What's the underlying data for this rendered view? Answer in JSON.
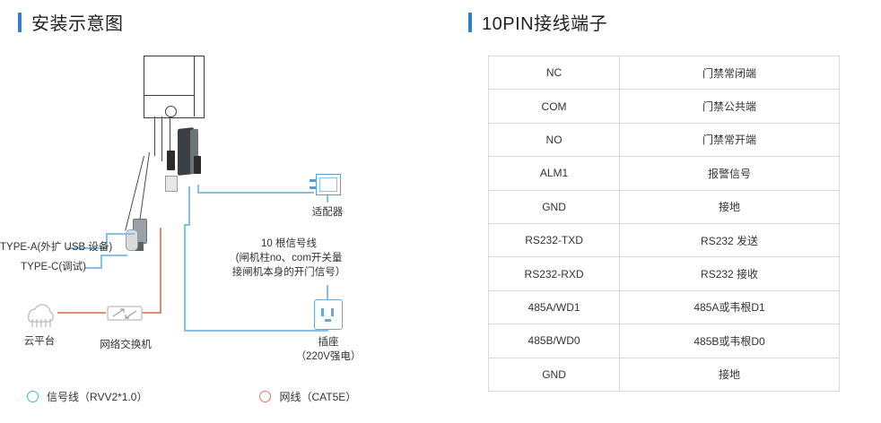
{
  "left": {
    "heading": "安装示意图",
    "labels": {
      "type_a": "TYPE-A(外扩 USB 设备)",
      "type_c": "TYPE-C(调试)",
      "signal_lines": "10 根信号线\n(闸机柱no、com开关量\n接闸机本身的开门信号）",
      "adapter": "适配器",
      "cloud": "云平台",
      "switch": "网络交换机",
      "socket": "插座\n（220V强电）"
    },
    "legend": [
      {
        "label": "信号线（RVV2*1.0）",
        "color": "#49b0e0"
      },
      {
        "label": "网线（CAT5E）",
        "color": "#e4745a"
      }
    ]
  },
  "right": {
    "heading": "10PIN接线端子",
    "table": {
      "rows": [
        {
          "pin": "NC",
          "desc": "门禁常闭端"
        },
        {
          "pin": "COM",
          "desc": "门禁公共端"
        },
        {
          "pin": "NO",
          "desc": "门禁常开端"
        },
        {
          "pin": "ALM1",
          "desc": "报警信号"
        },
        {
          "pin": "GND",
          "desc": "接地"
        },
        {
          "pin": "RS232-TXD",
          "desc": "RS232 发送"
        },
        {
          "pin": "RS232-RXD",
          "desc": "RS232 接收"
        },
        {
          "pin": "485A/WD1",
          "desc": "485A或韦根D1"
        },
        {
          "pin": "485B/WD0",
          "desc": "485B或韦根D0"
        },
        {
          "pin": "GND",
          "desc": "接地"
        }
      ]
    }
  },
  "colors": {
    "accent": "#2f7fd1",
    "signal_wire": "#7fc4e8",
    "network_wire": "#e08b72",
    "table_border": "#d8d8d8"
  }
}
